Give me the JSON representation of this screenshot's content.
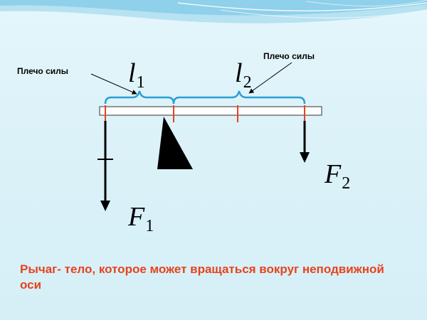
{
  "callouts": {
    "left": "Плечо силы",
    "right": "Плечо силы"
  },
  "labels": {
    "l1": {
      "letter": "l",
      "index": "1"
    },
    "l2": {
      "letter": "l",
      "index": "2"
    },
    "f1": {
      "letter": "F",
      "index": "1"
    },
    "f2": {
      "letter": "F",
      "index": "2"
    }
  },
  "definition": "Рычаг- тело, которое может вращаться вокруг неподвижной оси",
  "colors": {
    "brace": "#2a9fd6",
    "tick": "#e8421c",
    "text_accent": "#e8421c",
    "ink": "#000000"
  }
}
